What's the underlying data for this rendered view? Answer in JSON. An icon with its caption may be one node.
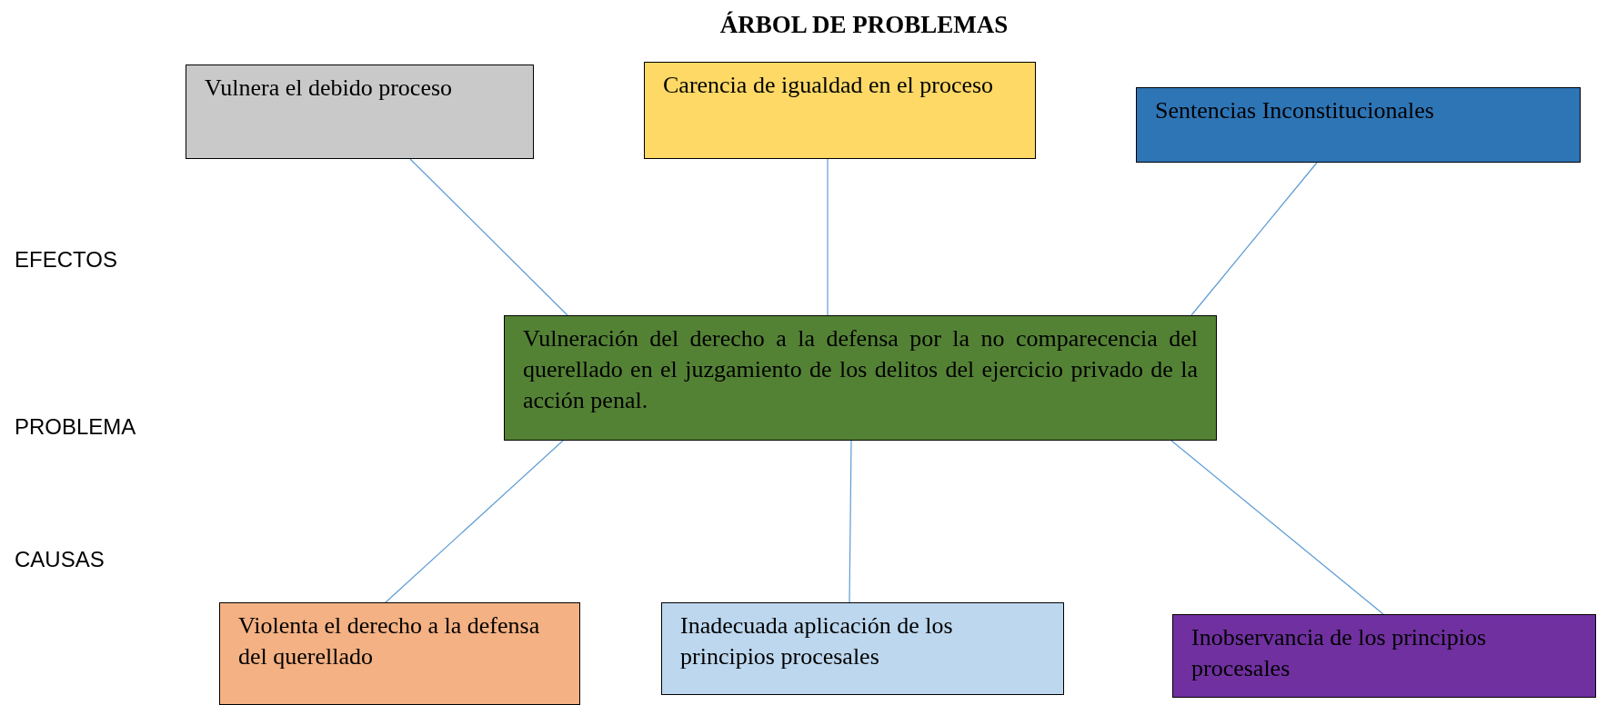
{
  "diagram": {
    "title": "ÁRBOL DE PROBLEMAS",
    "nodes": [
      {
        "text": [
          "Vulnera el debido proceso"
        ]
      },
      {
        "text": [
          "Carencia de igualdad en el proceso"
        ]
      },
      {
        "text": [
          "Sentencias Inconstitucionales"
        ]
      },
      {
        "text": [
          "Vulneración del derecho a la defensa por la no comparecencia del querellado en el juzgamiento de los delitos del ejercicio privado de la acción penal."
        ]
      },
      {
        "text": [
          "Violenta el derecho a la defensa del querellado"
        ]
      },
      {
        "text": [
          "Inadecuada aplicación de los principios procesales"
        ]
      },
      {
        "text": [
          "Inobservancia de los principios procesales"
        ]
      }
    ],
    "edges": [
      {
        "from": 0,
        "to": 3,
        "arrow": "none"
      },
      {
        "from": 1,
        "to": 3,
        "arrow": "none"
      },
      {
        "from": 2,
        "to": 3,
        "arrow": "none"
      },
      {
        "from": 3,
        "to": 4,
        "arrow": "none"
      },
      {
        "from": 3,
        "to": 5,
        "arrow": "none"
      },
      {
        "from": 3,
        "to": 6,
        "arrow": "none"
      }
    ],
    "labels": [
      "EFECTOS",
      "PROBLEMA",
      "CAUSAS"
    ]
  }
}
